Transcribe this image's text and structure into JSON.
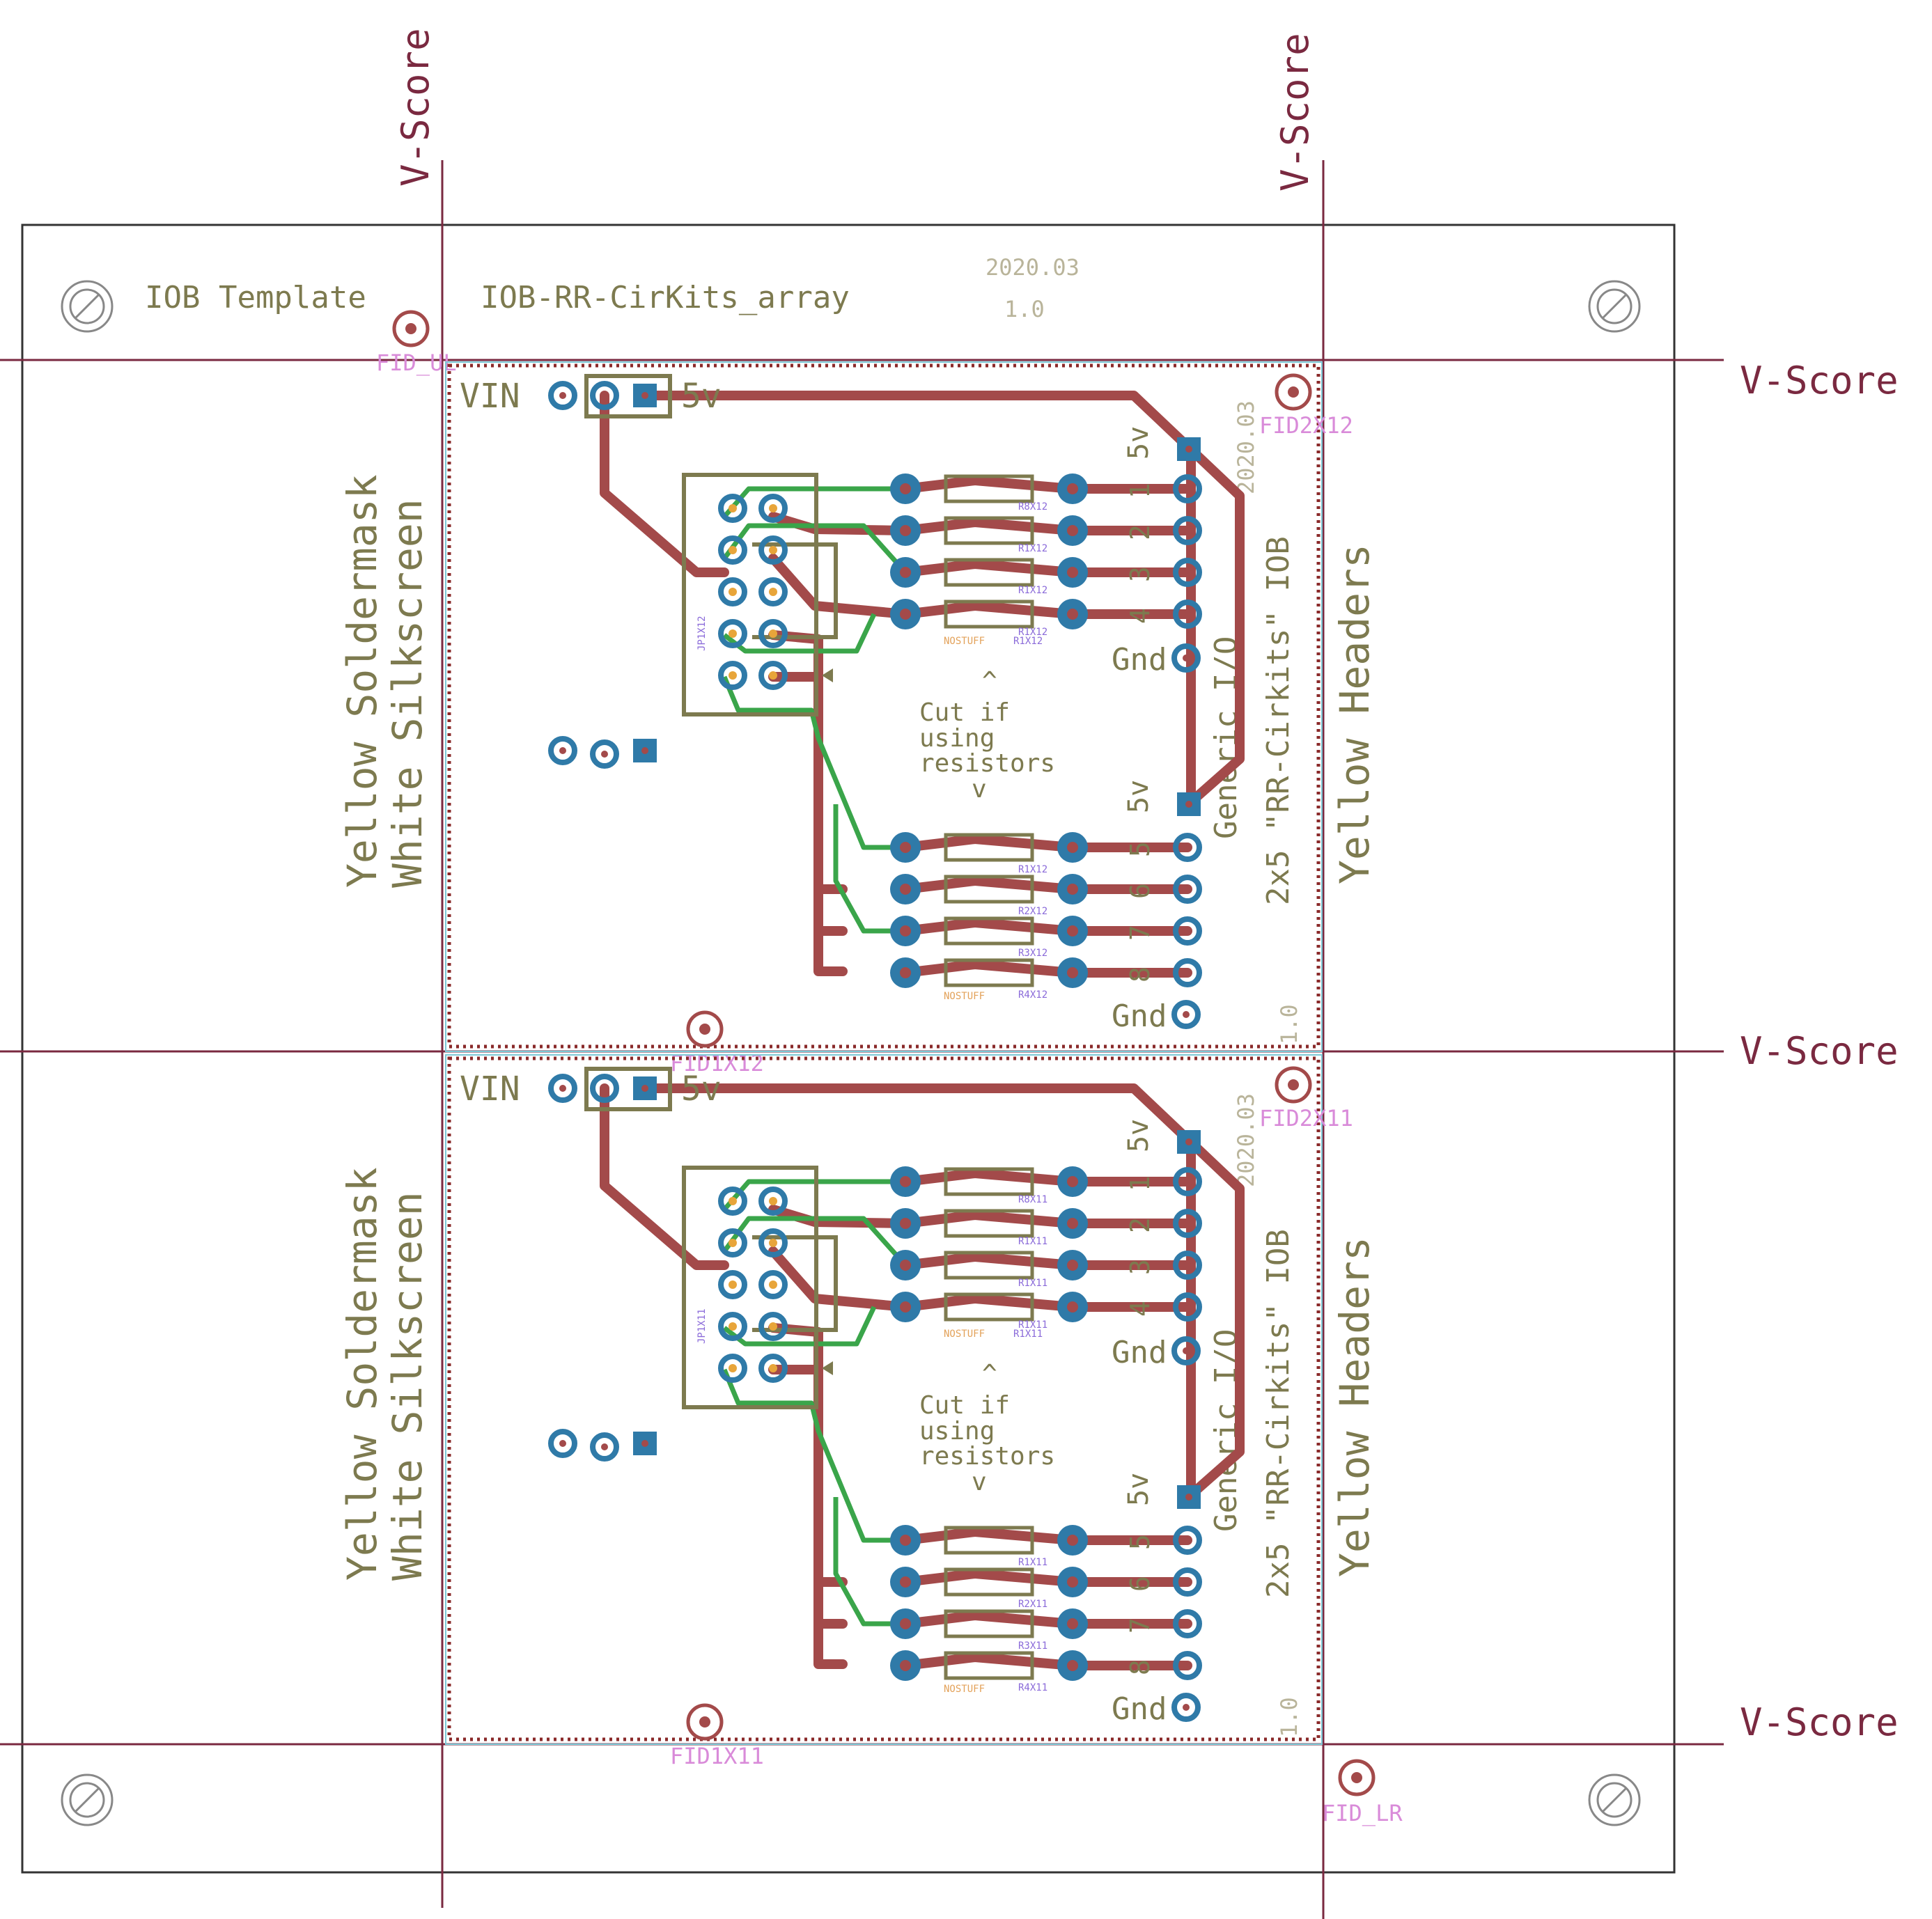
{
  "panel": {
    "title_left": "IOB Template",
    "title_right": "IOB-RR-CirKits_array",
    "date": "2020.03",
    "version": "1.0",
    "vscore_label": "V-Score",
    "fid_ul": "FID_UL",
    "fid_lr": "FID_LR"
  },
  "colors": {
    "top_copper": "#a34a4a",
    "bottom_copper": "#3aa54a",
    "silkscreen": "#7d7a4f",
    "pad": "#2f7aa8",
    "vscore": "#7a2940",
    "outline": "#333333"
  },
  "boards": [
    {
      "side_text_1": "Yellow Soldermask",
      "side_text_2": "White Silkscreen",
      "right_text": "Yellow Headers",
      "generic_text": "Generic I/O",
      "model_text": "2x5 \"RR-Cirkits\" IOB",
      "vin": "VIN",
      "five_v": "5v",
      "gnd": "Gnd",
      "cut_note": [
        "^",
        "Cut if",
        "using",
        "resistors",
        "v"
      ],
      "pins_top": [
        "1",
        "2",
        "3",
        "4"
      ],
      "pins_bottom": [
        "5",
        "6",
        "7",
        "8"
      ],
      "date": "2020.03",
      "version": "1.0",
      "fid_a": "FID2X12",
      "fid_b": "FID1X12",
      "jp_label": "JP1X12",
      "r_labels_top": [
        "R8X12",
        "R1X12",
        "R1X12",
        "R1X12"
      ],
      "r_labels_bottom": [
        "R1X12",
        "R2X12",
        "R3X12",
        "R4X12"
      ],
      "nostuff": "NOSTUFF",
      "r_mid": "R1X12"
    },
    {
      "side_text_1": "Yellow Soldermask",
      "side_text_2": "White Silkscreen",
      "right_text": "Yellow Headers",
      "generic_text": "Generic I/O",
      "model_text": "2x5 \"RR-Cirkits\" IOB",
      "vin": "VIN",
      "five_v": "5v",
      "gnd": "Gnd",
      "cut_note": [
        "^",
        "Cut if",
        "using",
        "resistors",
        "v"
      ],
      "pins_top": [
        "1",
        "2",
        "3",
        "4"
      ],
      "pins_bottom": [
        "5",
        "6",
        "7",
        "8"
      ],
      "date": "2020.03",
      "version": "1.0",
      "fid_a": "FID2X11",
      "fid_b": "FID1X11",
      "jp_label": "JP1X11",
      "r_labels_top": [
        "R8X11",
        "R1X11",
        "R1X11",
        "R1X11"
      ],
      "r_labels_bottom": [
        "R1X11",
        "R2X11",
        "R3X11",
        "R4X11"
      ],
      "nostuff": "NOSTUFF",
      "r_mid": "R1X11"
    }
  ]
}
